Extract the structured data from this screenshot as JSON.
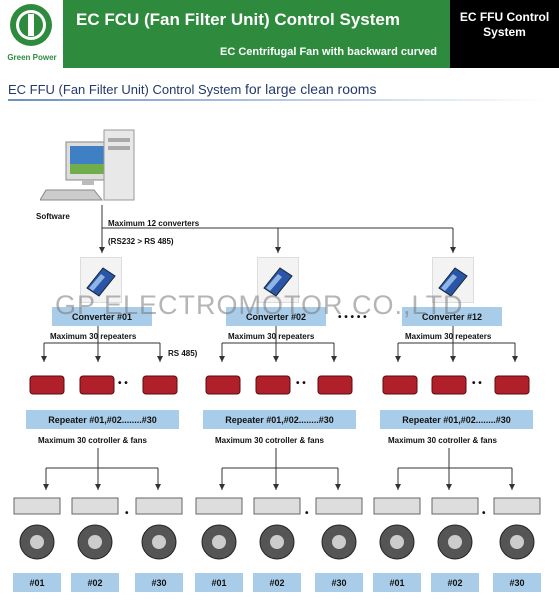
{
  "header": {
    "title": "EC FCU (Fan Filter Unit) Control System",
    "subtitle": "EC Centrifugal Fan with backward curved",
    "side_title": "EC FFU Control System",
    "logo_text": "Green Power"
  },
  "section": {
    "title_main": "EC FFU (Fan Filter Unit) Control System",
    "title_suffix": "for large clean rooms"
  },
  "software_label": "Software",
  "max_converters": "Maximum 12 converters",
  "protocol_1": "(RS232 > RS 485)",
  "protocol_2": "RS 485)",
  "converters": [
    "Converter #01",
    "Converter #02",
    "Converter #12"
  ],
  "ellipsis": "• • • • •",
  "max_repeaters": "Maximum 30 repeaters",
  "repeater_label": "Repeater #01,#02........#30",
  "dots_small": "• •",
  "dot_single": "•",
  "max_controllers": "Maximum 30 cotroller & fans",
  "fan_labels": [
    "#01",
    "#02",
    "#30"
  ],
  "watermark": "GP ELECTROMOTOR CO.,LTD",
  "colors": {
    "header_green": "#2e8b3e",
    "label_blue": "#a9cde9",
    "converter_blue": "#2a56a8",
    "repeater_red": "#b0202a"
  }
}
